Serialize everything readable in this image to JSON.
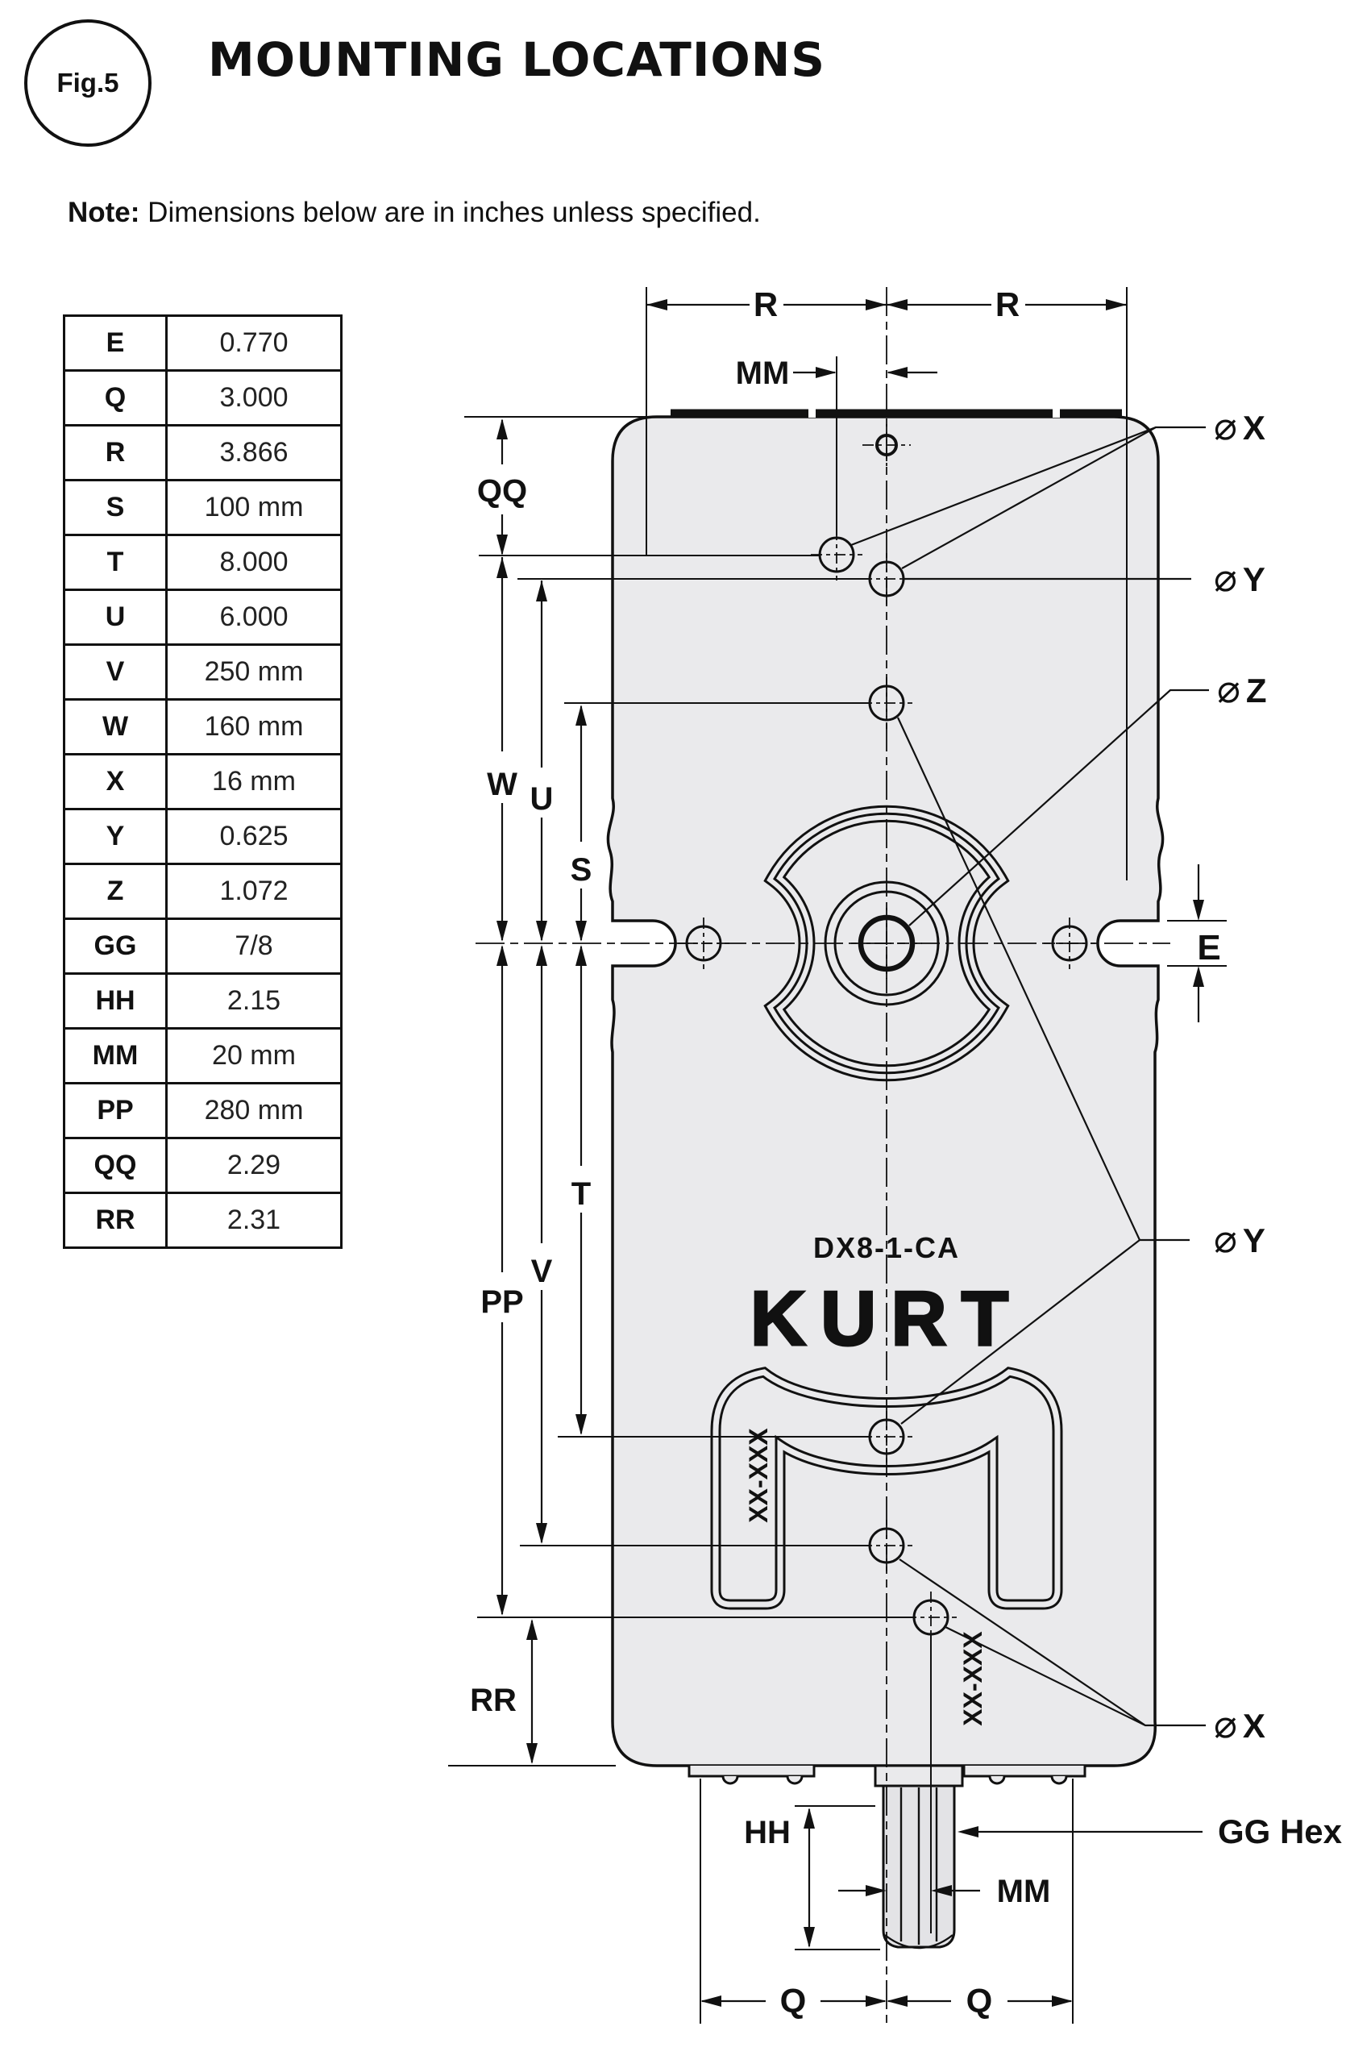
{
  "figure": {
    "badge": "Fig.5",
    "title": "MOUNTING LOCATIONS"
  },
  "note": {
    "label": "Note:",
    "text": " Dimensions below are in inches unless specified."
  },
  "dim_table": {
    "rows": [
      [
        "E",
        "0.770"
      ],
      [
        "Q",
        "3.000"
      ],
      [
        "R",
        "3.866"
      ],
      [
        "S",
        "100 mm"
      ],
      [
        "T",
        "8.000"
      ],
      [
        "U",
        "6.000"
      ],
      [
        "V",
        "250 mm"
      ],
      [
        "W",
        "160 mm"
      ],
      [
        "X",
        "16 mm"
      ],
      [
        "Y",
        "0.625"
      ],
      [
        "Z",
        "1.072"
      ],
      [
        "GG",
        "7/8"
      ],
      [
        "HH",
        "2.15"
      ],
      [
        "MM",
        "20 mm"
      ],
      [
        "PP",
        "280 mm"
      ],
      [
        "QQ",
        "2.29"
      ],
      [
        "RR",
        "2.31"
      ]
    ]
  },
  "drawing": {
    "part_number": "DX8-1-CA",
    "brand": "KURT",
    "serial_placeholder": "XX-XXX",
    "dia_symbol": "⌀",
    "labels": {
      "r": "R",
      "mm": "MM",
      "qq": "QQ",
      "w": "W",
      "u": "U",
      "s": "S",
      "t": "T",
      "v": "V",
      "pp": "PP",
      "rr": "RR",
      "hh": "HH",
      "e": "E",
      "q": "Q",
      "gg_hex": "GG Hex",
      "x": "X",
      "y": "Y",
      "z": "Z"
    },
    "colors": {
      "ink": "#111111",
      "body_fill": "#eaeaec"
    }
  }
}
